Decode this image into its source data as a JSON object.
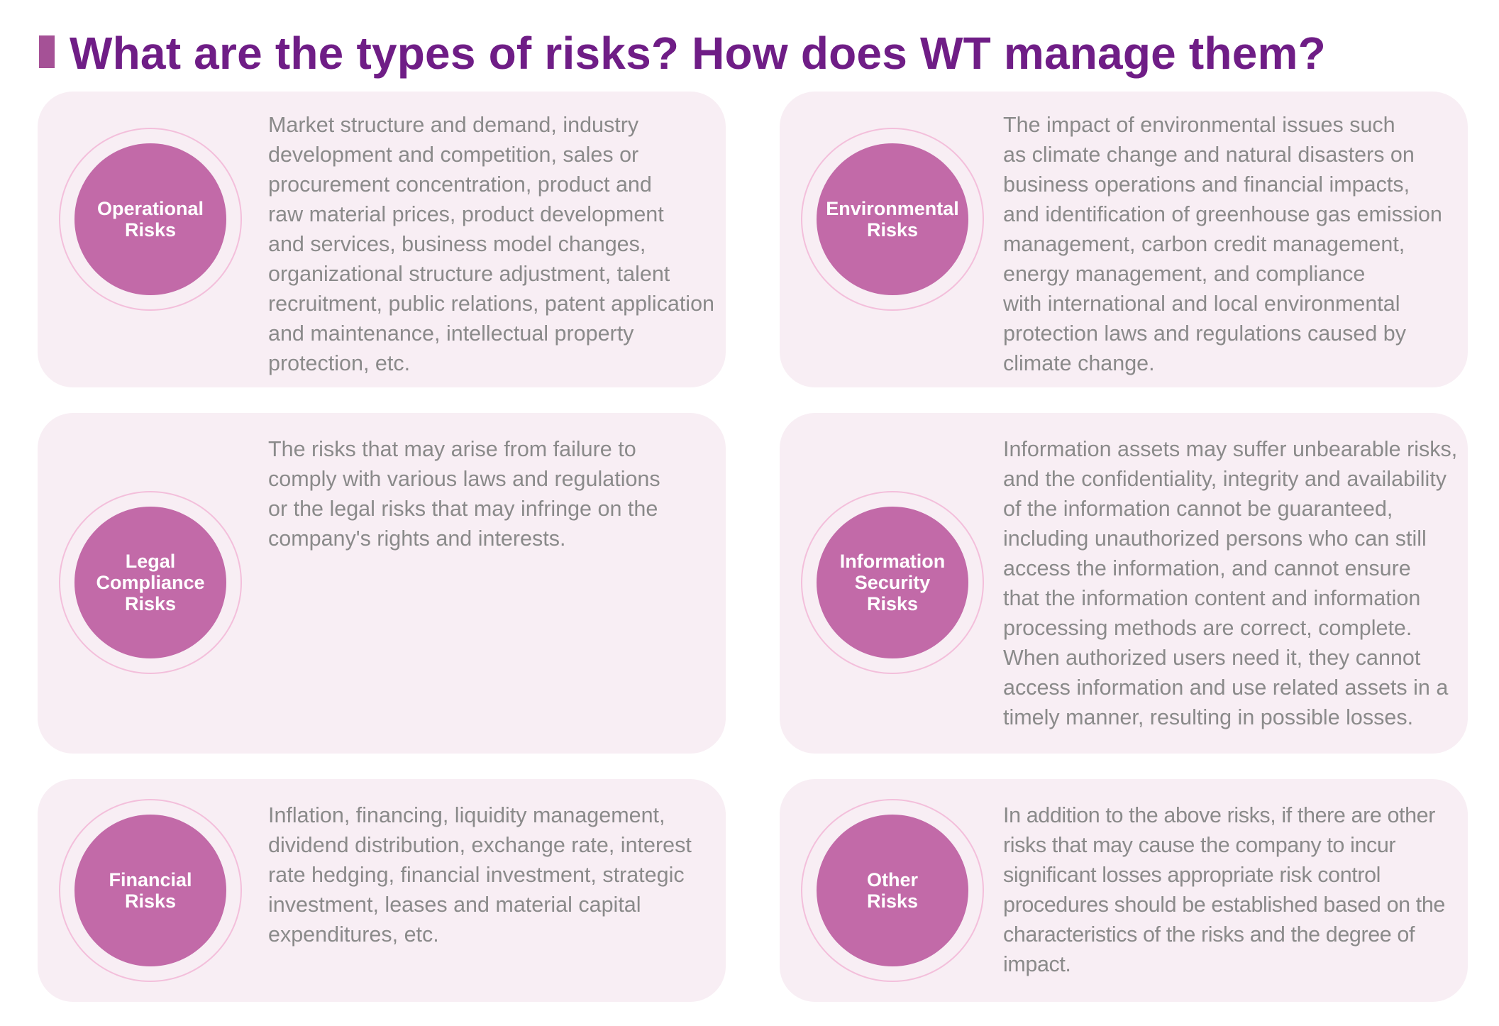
{
  "header": {
    "title": "What are the types of risks? How does WT manage them?"
  },
  "colors": {
    "title": "#6f1d86",
    "accent_bar": "#a55196",
    "card_background": "#f8eef4",
    "circle_fill": "#c26aa8",
    "circle_ring": "#f3bfdb",
    "body_text": "#8a8a8a"
  },
  "risks": [
    {
      "label": "Operational\nRisks",
      "description": "Market structure and demand, industry\ndevelopment and competition, sales or\nprocurement concentration, product and\nraw material prices, product development\nand services, business model changes,\norganizational structure adjustment, talent\nrecruitment, public relations, patent application\nand maintenance, intellectual property\nprotection, etc."
    },
    {
      "label": "Environmental\nRisks",
      "description": "The impact of environmental issues such\nas climate change and natural disasters on\nbusiness operations and financial impacts,\nand identification of greenhouse gas emission\nmanagement, carbon credit management,\nenergy management, and compliance\nwith international and local environmental\nprotection laws and regulations caused by\nclimate change."
    },
    {
      "label": "Legal\nCompliance\nRisks",
      "description": "The risks that may arise from failure to\ncomply with various laws and regulations\nor the legal risks that may infringe on the\ncompany's rights and interests."
    },
    {
      "label": "Information\nSecurity\nRisks",
      "description": "Information assets may suffer unbearable risks,\nand the confidentiality, integrity and availability\nof the information cannot be guaranteed,\nincluding unauthorized persons who can still\naccess the information, and cannot ensure\nthat the information content and information\nprocessing methods are correct, complete.\nWhen authorized users need it, they cannot\naccess information and use related assets in a\ntimely manner, resulting in possible losses."
    },
    {
      "label": "Financial\nRisks",
      "description": "Inflation, financing, liquidity management,\ndividend distribution, exchange rate, interest\nrate hedging, financial investment, strategic\ninvestment, leases and material capital\nexpenditures, etc."
    },
    {
      "label": "Other\nRisks",
      "description": "In addition to the above risks, if there are other\nrisks that may cause the company to incur\nsignificant losses appropriate risk control\nprocedures should be established based on the\ncharacteristics of the risks and the degree of\nimpact."
    }
  ]
}
